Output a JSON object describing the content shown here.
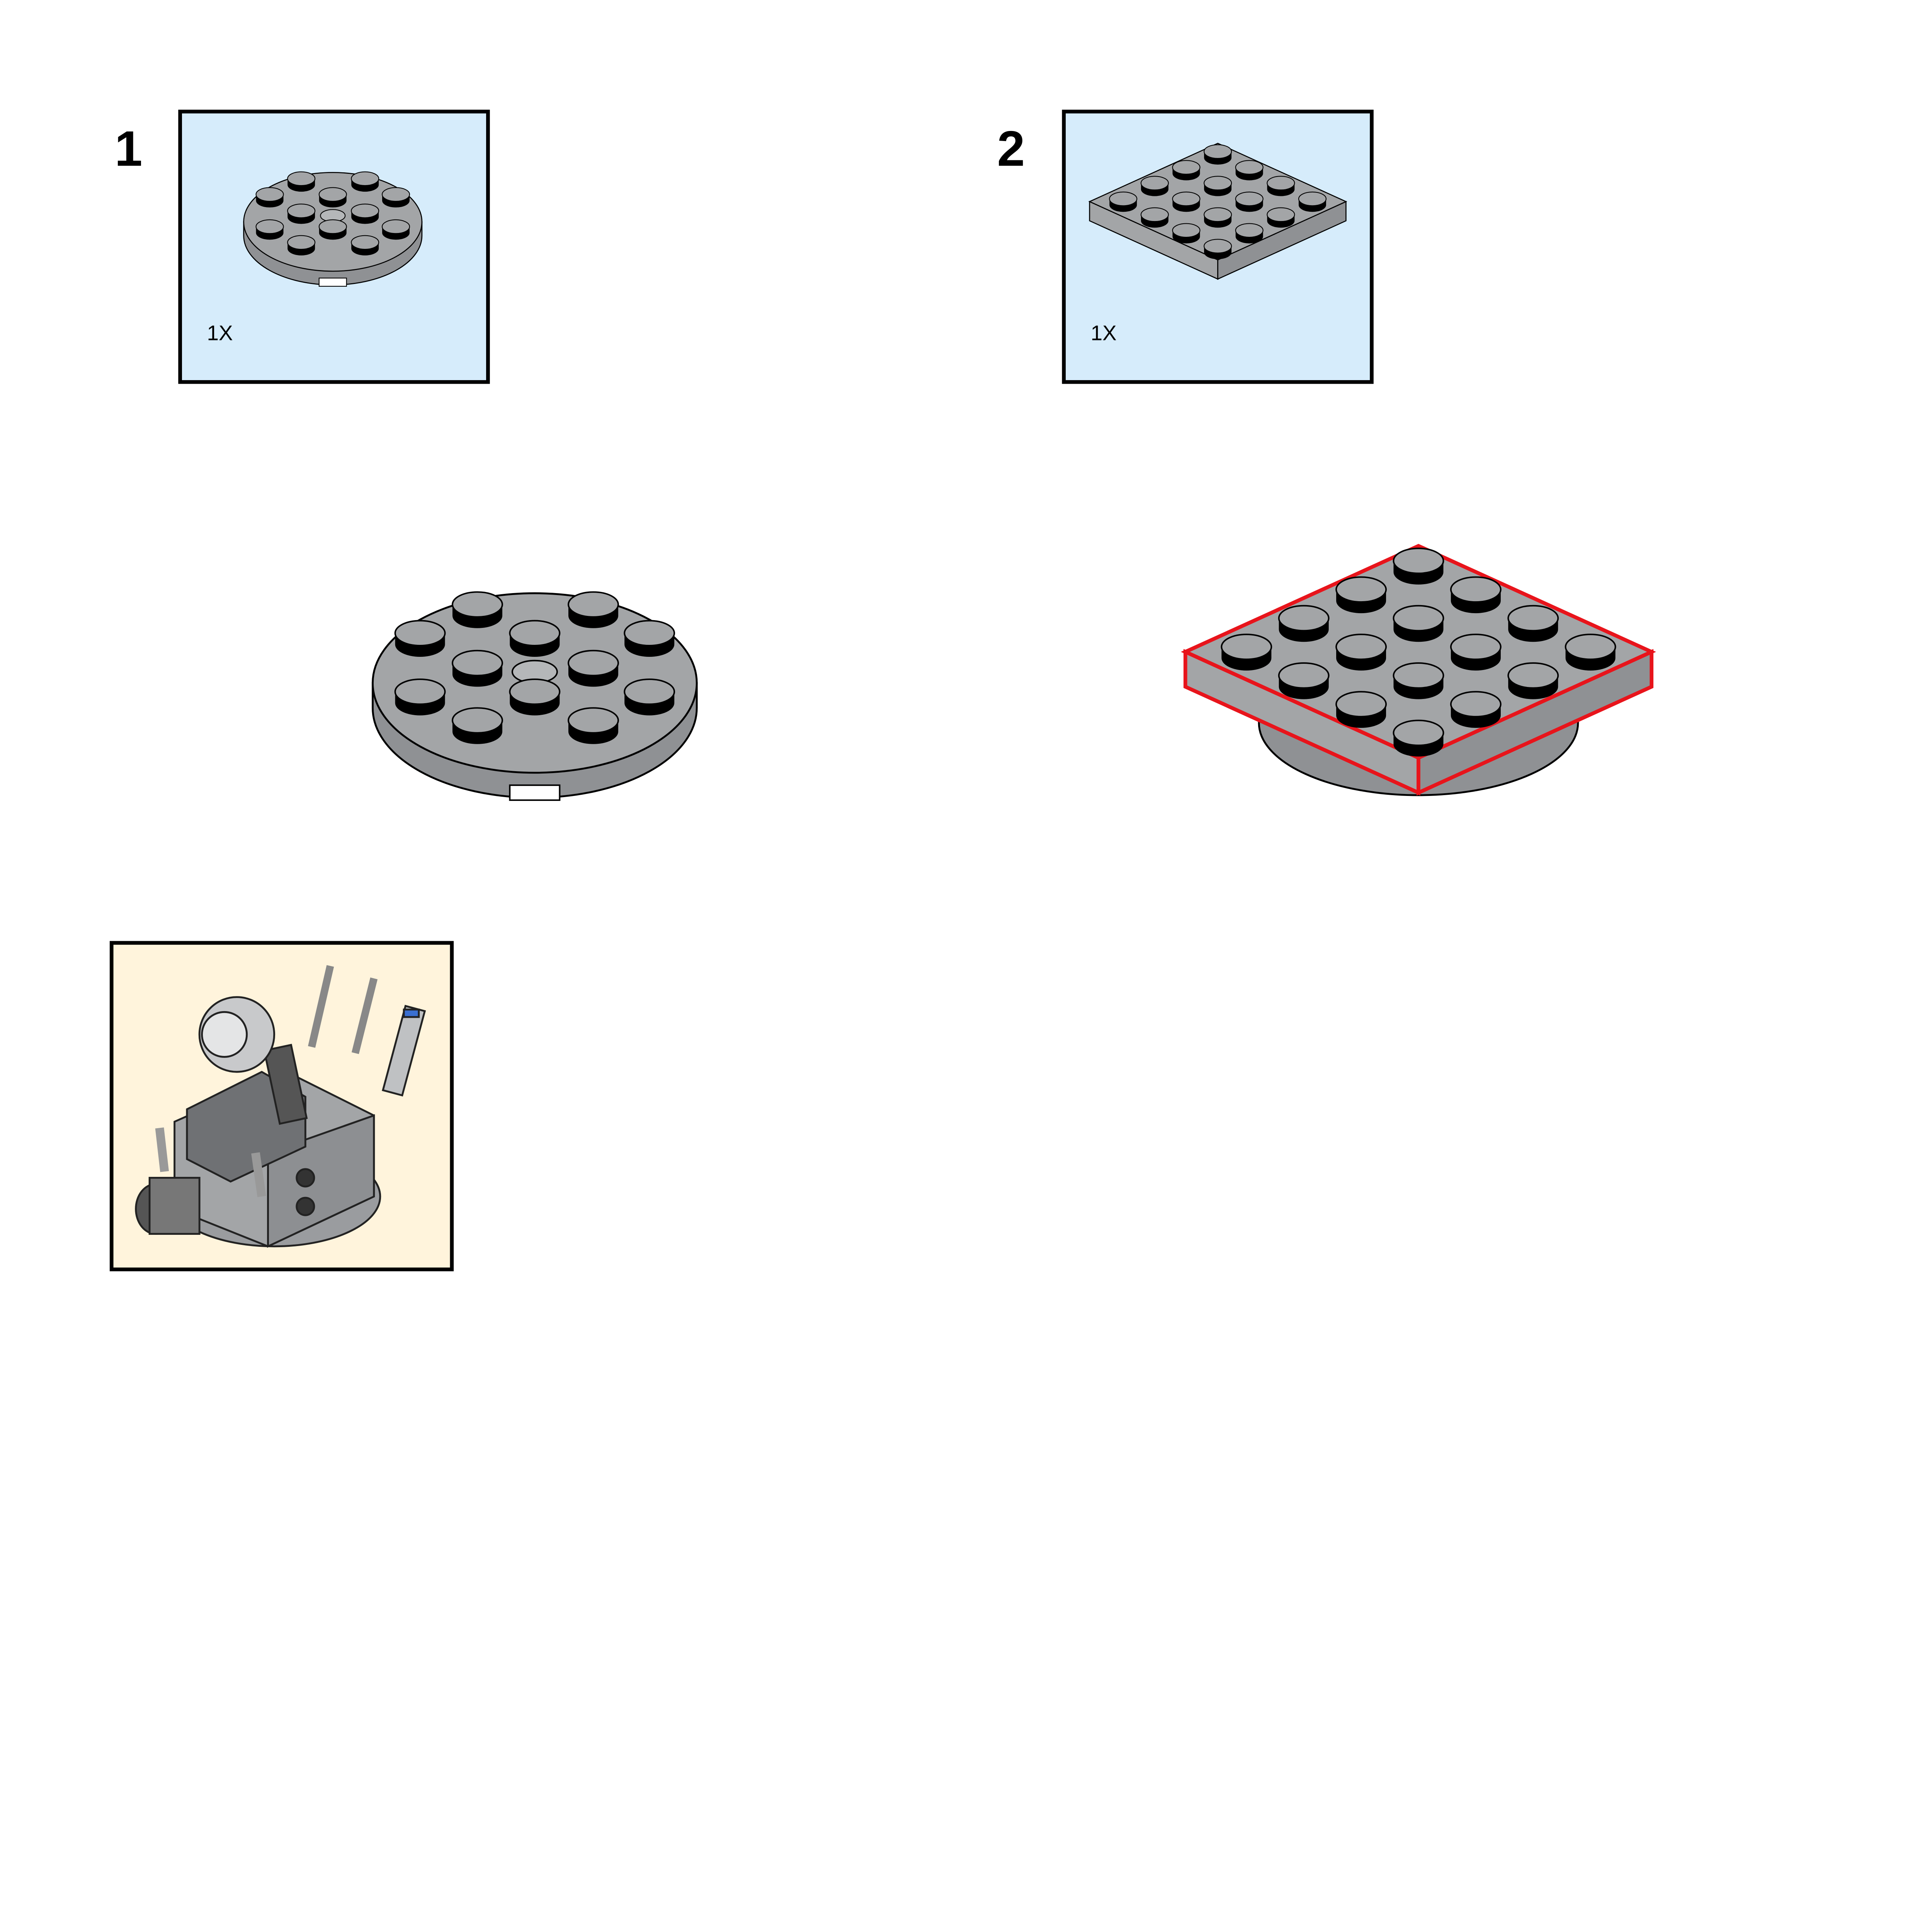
{
  "page": {
    "background": "#ffffff"
  },
  "steps": [
    {
      "number": "1",
      "parts_list": {
        "quantity": "1X",
        "part": "round-plate-4x4-icon",
        "background": "#d6ecfb"
      }
    },
    {
      "number": "2",
      "parts_list": {
        "quantity": "1X",
        "part": "square-plate-4x4-icon",
        "background": "#d6ecfb"
      }
    }
  ],
  "colors": {
    "part_grey": "#a3a5a7",
    "part_side": "#8f9194",
    "outline": "#000000",
    "highlight": "#e8141b",
    "final_model_background": "#fff4dc"
  },
  "final_model": {
    "icon": "completed-model-icon"
  }
}
